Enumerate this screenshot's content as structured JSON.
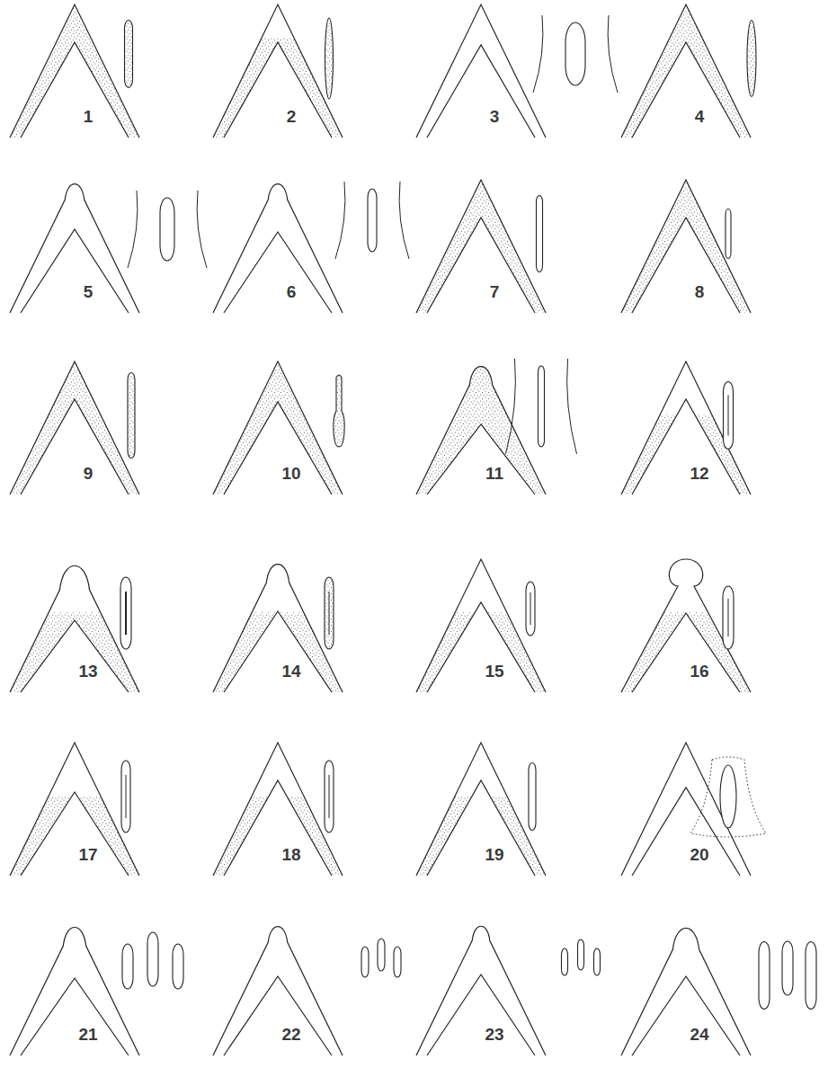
{
  "diagram": {
    "labels": [
      "1",
      "2",
      "3",
      "4",
      "5",
      "6",
      "7",
      "8",
      "9",
      "10",
      "11",
      "12",
      "13",
      "14",
      "15",
      "16",
      "17",
      "18",
      "19",
      "20",
      "21",
      "22",
      "23",
      "24"
    ]
  }
}
